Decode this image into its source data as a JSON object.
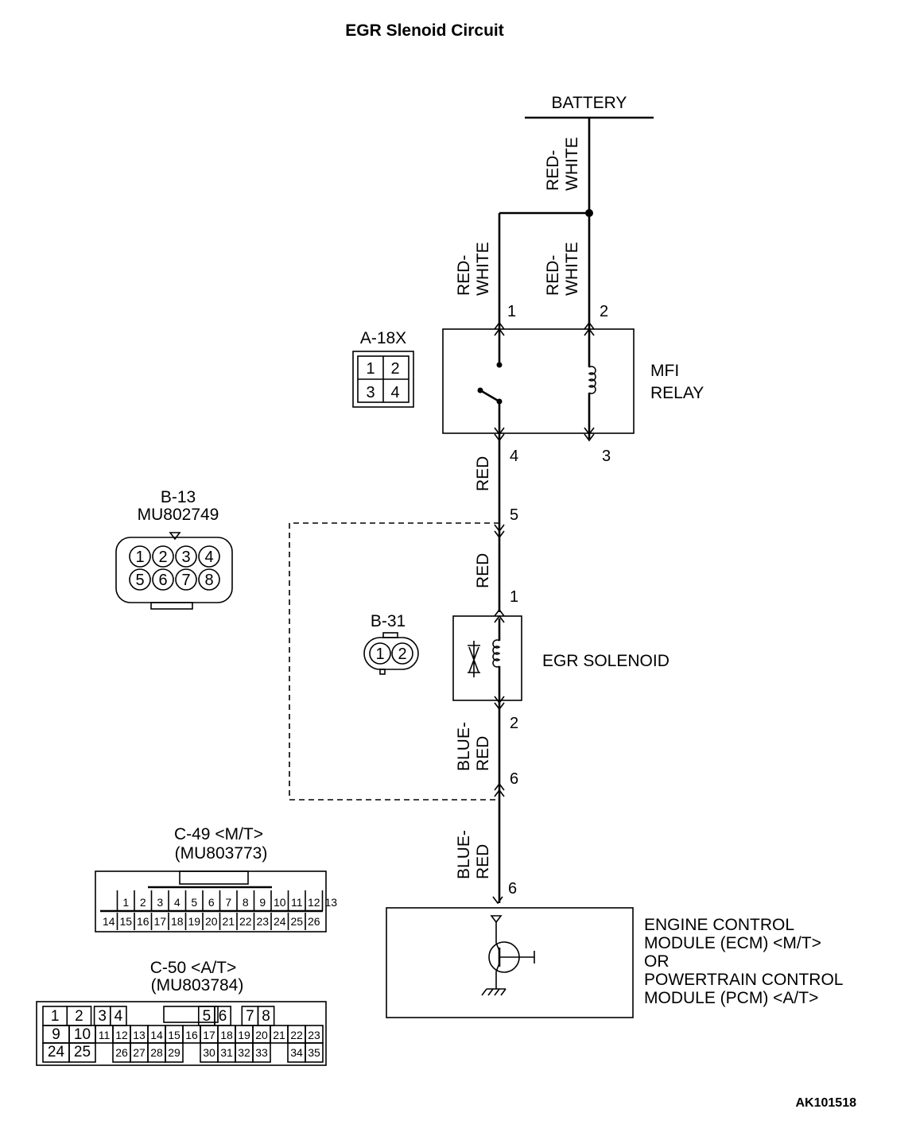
{
  "title": "EGR Slenoid Circuit",
  "figure_code": "AK101518",
  "battery": {
    "label": "BATTERY"
  },
  "wires": {
    "battery_feed": "RED-\nWHITE",
    "relay_pin1": "RED-\nWHITE",
    "relay_pin2": "RED-\nWHITE",
    "relay_to_junction": "RED",
    "junction_to_solenoid": "RED",
    "solenoid_to_junction": "BLUE-\nRED",
    "junction_to_ecm": "BLUE-\nRED"
  },
  "pins": {
    "relay_1": "1",
    "relay_2": "2",
    "relay_3": "3",
    "relay_4": "4",
    "junction_5": "5",
    "solenoid_1": "1",
    "solenoid_2": "2",
    "junction_6": "6",
    "ecm_6": "6"
  },
  "mfi_relay": {
    "label": "MFI\nRELAY"
  },
  "egr_solenoid": {
    "label": "EGR SOLENOID"
  },
  "ecm": {
    "label": "ENGINE CONTROL\nMODULE (ECM) <M/T>\nOR\nPOWERTRAIN CONTROL\nMODULE (PCM) <A/T>"
  },
  "connectors": {
    "a18x": {
      "name": "A-18X",
      "pins": [
        "1",
        "2",
        "3",
        "4"
      ]
    },
    "b13": {
      "name": "B-13",
      "part": "MU802749",
      "pins": [
        "1",
        "2",
        "3",
        "4",
        "5",
        "6",
        "7",
        "8"
      ]
    },
    "b31": {
      "name": "B-31",
      "pins": [
        "1",
        "2"
      ]
    },
    "c49": {
      "name": "C-49 <M/T>",
      "part": "(MU803773)",
      "rows": [
        [
          "",
          "1",
          "2",
          "3",
          "4",
          "5",
          "6",
          "7",
          "8",
          "9",
          "10",
          "11",
          "12",
          "13"
        ],
        [
          "14",
          "15",
          "16",
          "17",
          "18",
          "19",
          "20",
          "21",
          "22",
          "23",
          "24",
          "25",
          "26"
        ]
      ]
    },
    "c50": {
      "name": "C-50 <A/T>",
      "part": "(MU803784)",
      "rows": [
        [
          "1",
          "2",
          "",
          "3",
          "4",
          "",
          "",
          "",
          "5",
          "6",
          "",
          "7",
          "8"
        ],
        [
          "9",
          "10",
          "11",
          "12",
          "13",
          "14",
          "15",
          "16",
          "17",
          "18",
          "19",
          "20",
          "21",
          "22",
          "23"
        ],
        [
          "24",
          "25",
          "",
          "26",
          "27",
          "28",
          "29",
          "",
          "30",
          "31",
          "32",
          "33",
          "",
          "34",
          "35"
        ]
      ]
    }
  }
}
